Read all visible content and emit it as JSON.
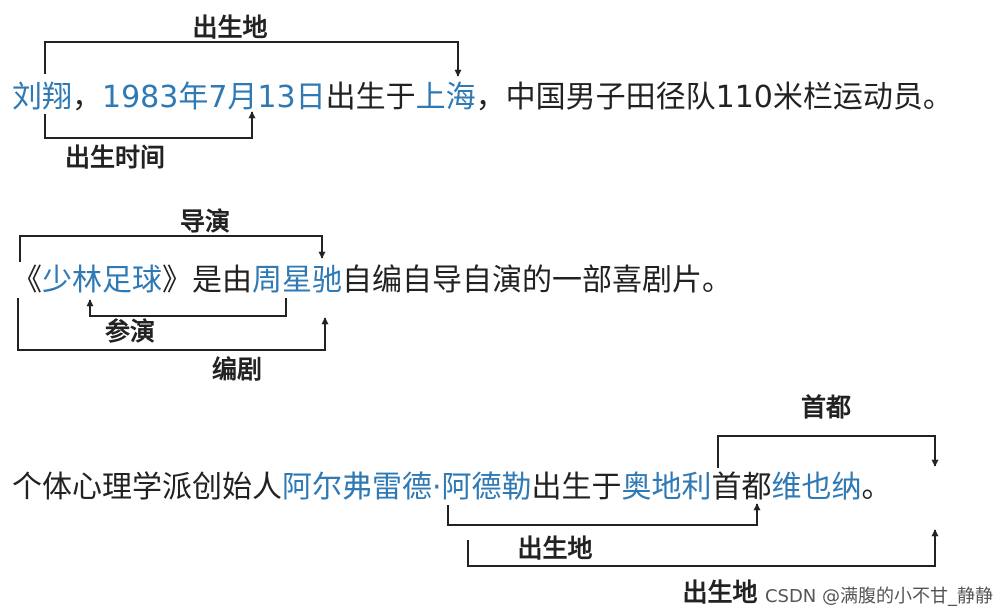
{
  "sentences": [
    {
      "segments": [
        {
          "text": "刘翔",
          "entity": true
        },
        {
          "text": "，",
          "entity": false
        },
        {
          "text": "1983年7月13日",
          "entity": true
        },
        {
          "text": "出生于",
          "entity": false
        },
        {
          "text": "上海",
          "entity": true
        },
        {
          "text": "，中国男子田径队110米栏运动员。",
          "entity": false
        }
      ],
      "relations": [
        "出生地",
        "出生时间"
      ]
    },
    {
      "segments": [
        {
          "text": "《",
          "entity": false
        },
        {
          "text": "少林足球",
          "entity": true
        },
        {
          "text": "》是由",
          "entity": false
        },
        {
          "text": "周星驰",
          "entity": true
        },
        {
          "text": "自编自导自演的一部喜剧片。",
          "entity": false
        }
      ],
      "relations": [
        "导演",
        "参演",
        "编剧"
      ]
    },
    {
      "segments": [
        {
          "text": "个体心理学派创始人",
          "entity": false
        },
        {
          "text": "阿尔弗雷德·阿德勒",
          "entity": true
        },
        {
          "text": "出生于",
          "entity": false
        },
        {
          "text": "奥地利",
          "entity": true
        },
        {
          "text": "首都",
          "entity": false
        },
        {
          "text": "维也纳",
          "entity": true
        },
        {
          "text": "。",
          "entity": false
        }
      ],
      "relations": [
        "首都",
        "出生地",
        "出生地"
      ]
    }
  ],
  "watermark": "CSDN @满腹的小不甘_静静",
  "colors": {
    "entity": "#2f79b5",
    "text": "#222222",
    "line": "#222222"
  }
}
